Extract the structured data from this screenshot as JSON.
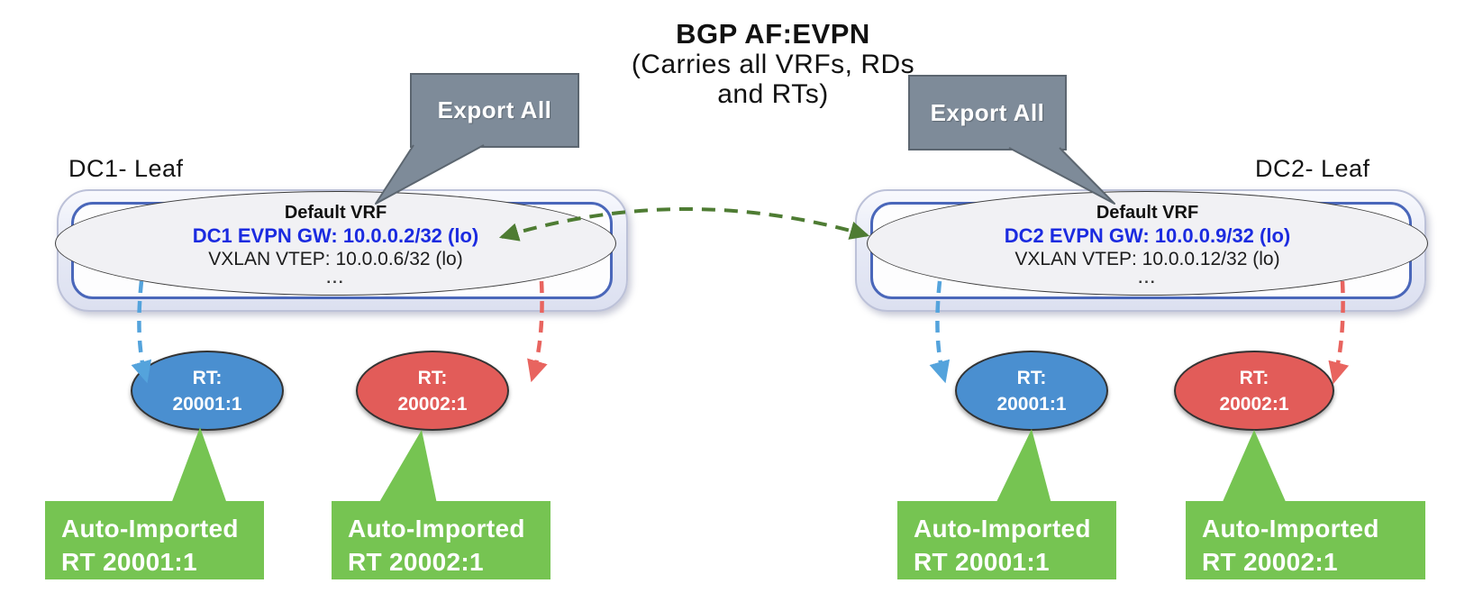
{
  "title": {
    "line1": "BGP AF:EVPN",
    "line2": "(Carries all VRFs, RDs",
    "line3": "and RTs)"
  },
  "callouts": {
    "left_label": "Export All",
    "right_label": "Export All"
  },
  "dc1": {
    "label": "DC1- Leaf",
    "vrf_title": "Default VRF",
    "gw": "DC1 EVPN GW: 10.0.0.2/32 (lo)",
    "vtep": "VXLAN VTEP: 10.0.0.6/32 (lo)",
    "more": "...",
    "rt_blue": {
      "line1": "RT:",
      "line2": "20001:1"
    },
    "rt_red": {
      "line1": "RT:",
      "line2": "20002:1"
    },
    "import_blue": {
      "line1": "Auto-Imported",
      "line2": "RT 20001:1"
    },
    "import_red": {
      "line1": "Auto-Imported",
      "line2": "RT 20002:1"
    }
  },
  "dc2": {
    "label": "DC2- Leaf",
    "vrf_title": "Default VRF",
    "gw": "DC2 EVPN GW: 10.0.0.9/32 (lo)",
    "vtep": "VXLAN VTEP: 10.0.0.12/32 (lo)",
    "more": "...",
    "rt_blue": {
      "line1": "RT:",
      "line2": "20001:1"
    },
    "rt_red": {
      "line1": "RT:",
      "line2": "20002:1"
    },
    "import_blue": {
      "line1": "Auto-Imported",
      "line2": "RT 20001:1"
    },
    "import_red": {
      "line1": "Auto-Imported",
      "line2": "RT 20002:1"
    }
  },
  "colors": {
    "callout_gray": "#7e8b99",
    "callout_border": "#5c6670",
    "leaf_inner_border": "#4a67ba",
    "leaf_outer_border": "#bcc1d8",
    "vrf_ellipse_fill": "#f1f1f4",
    "gw_text_blue": "#1b2be0",
    "rt_blue": "#4a8fd0",
    "rt_red": "#e25c59",
    "import_green": "#76c452",
    "arrow_blue": "#54a3dc",
    "arrow_red": "#e8645f",
    "arrow_green": "#4e7c33"
  }
}
